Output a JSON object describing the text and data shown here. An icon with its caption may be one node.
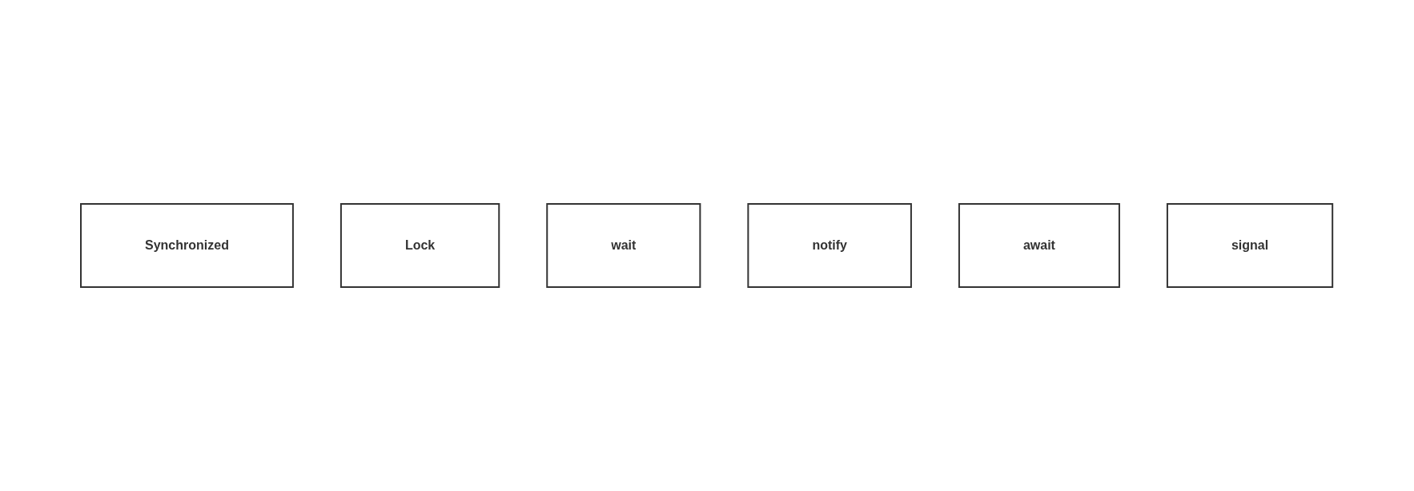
{
  "diagram": {
    "nodes": [
      {
        "text": [
          "Synchronized"
        ]
      },
      {
        "text": [
          "Lock"
        ]
      },
      {
        "text": [
          "wait"
        ]
      },
      {
        "text": [
          "notify"
        ]
      },
      {
        "text": [
          "await"
        ]
      },
      {
        "text": [
          "signal"
        ]
      }
    ]
  }
}
